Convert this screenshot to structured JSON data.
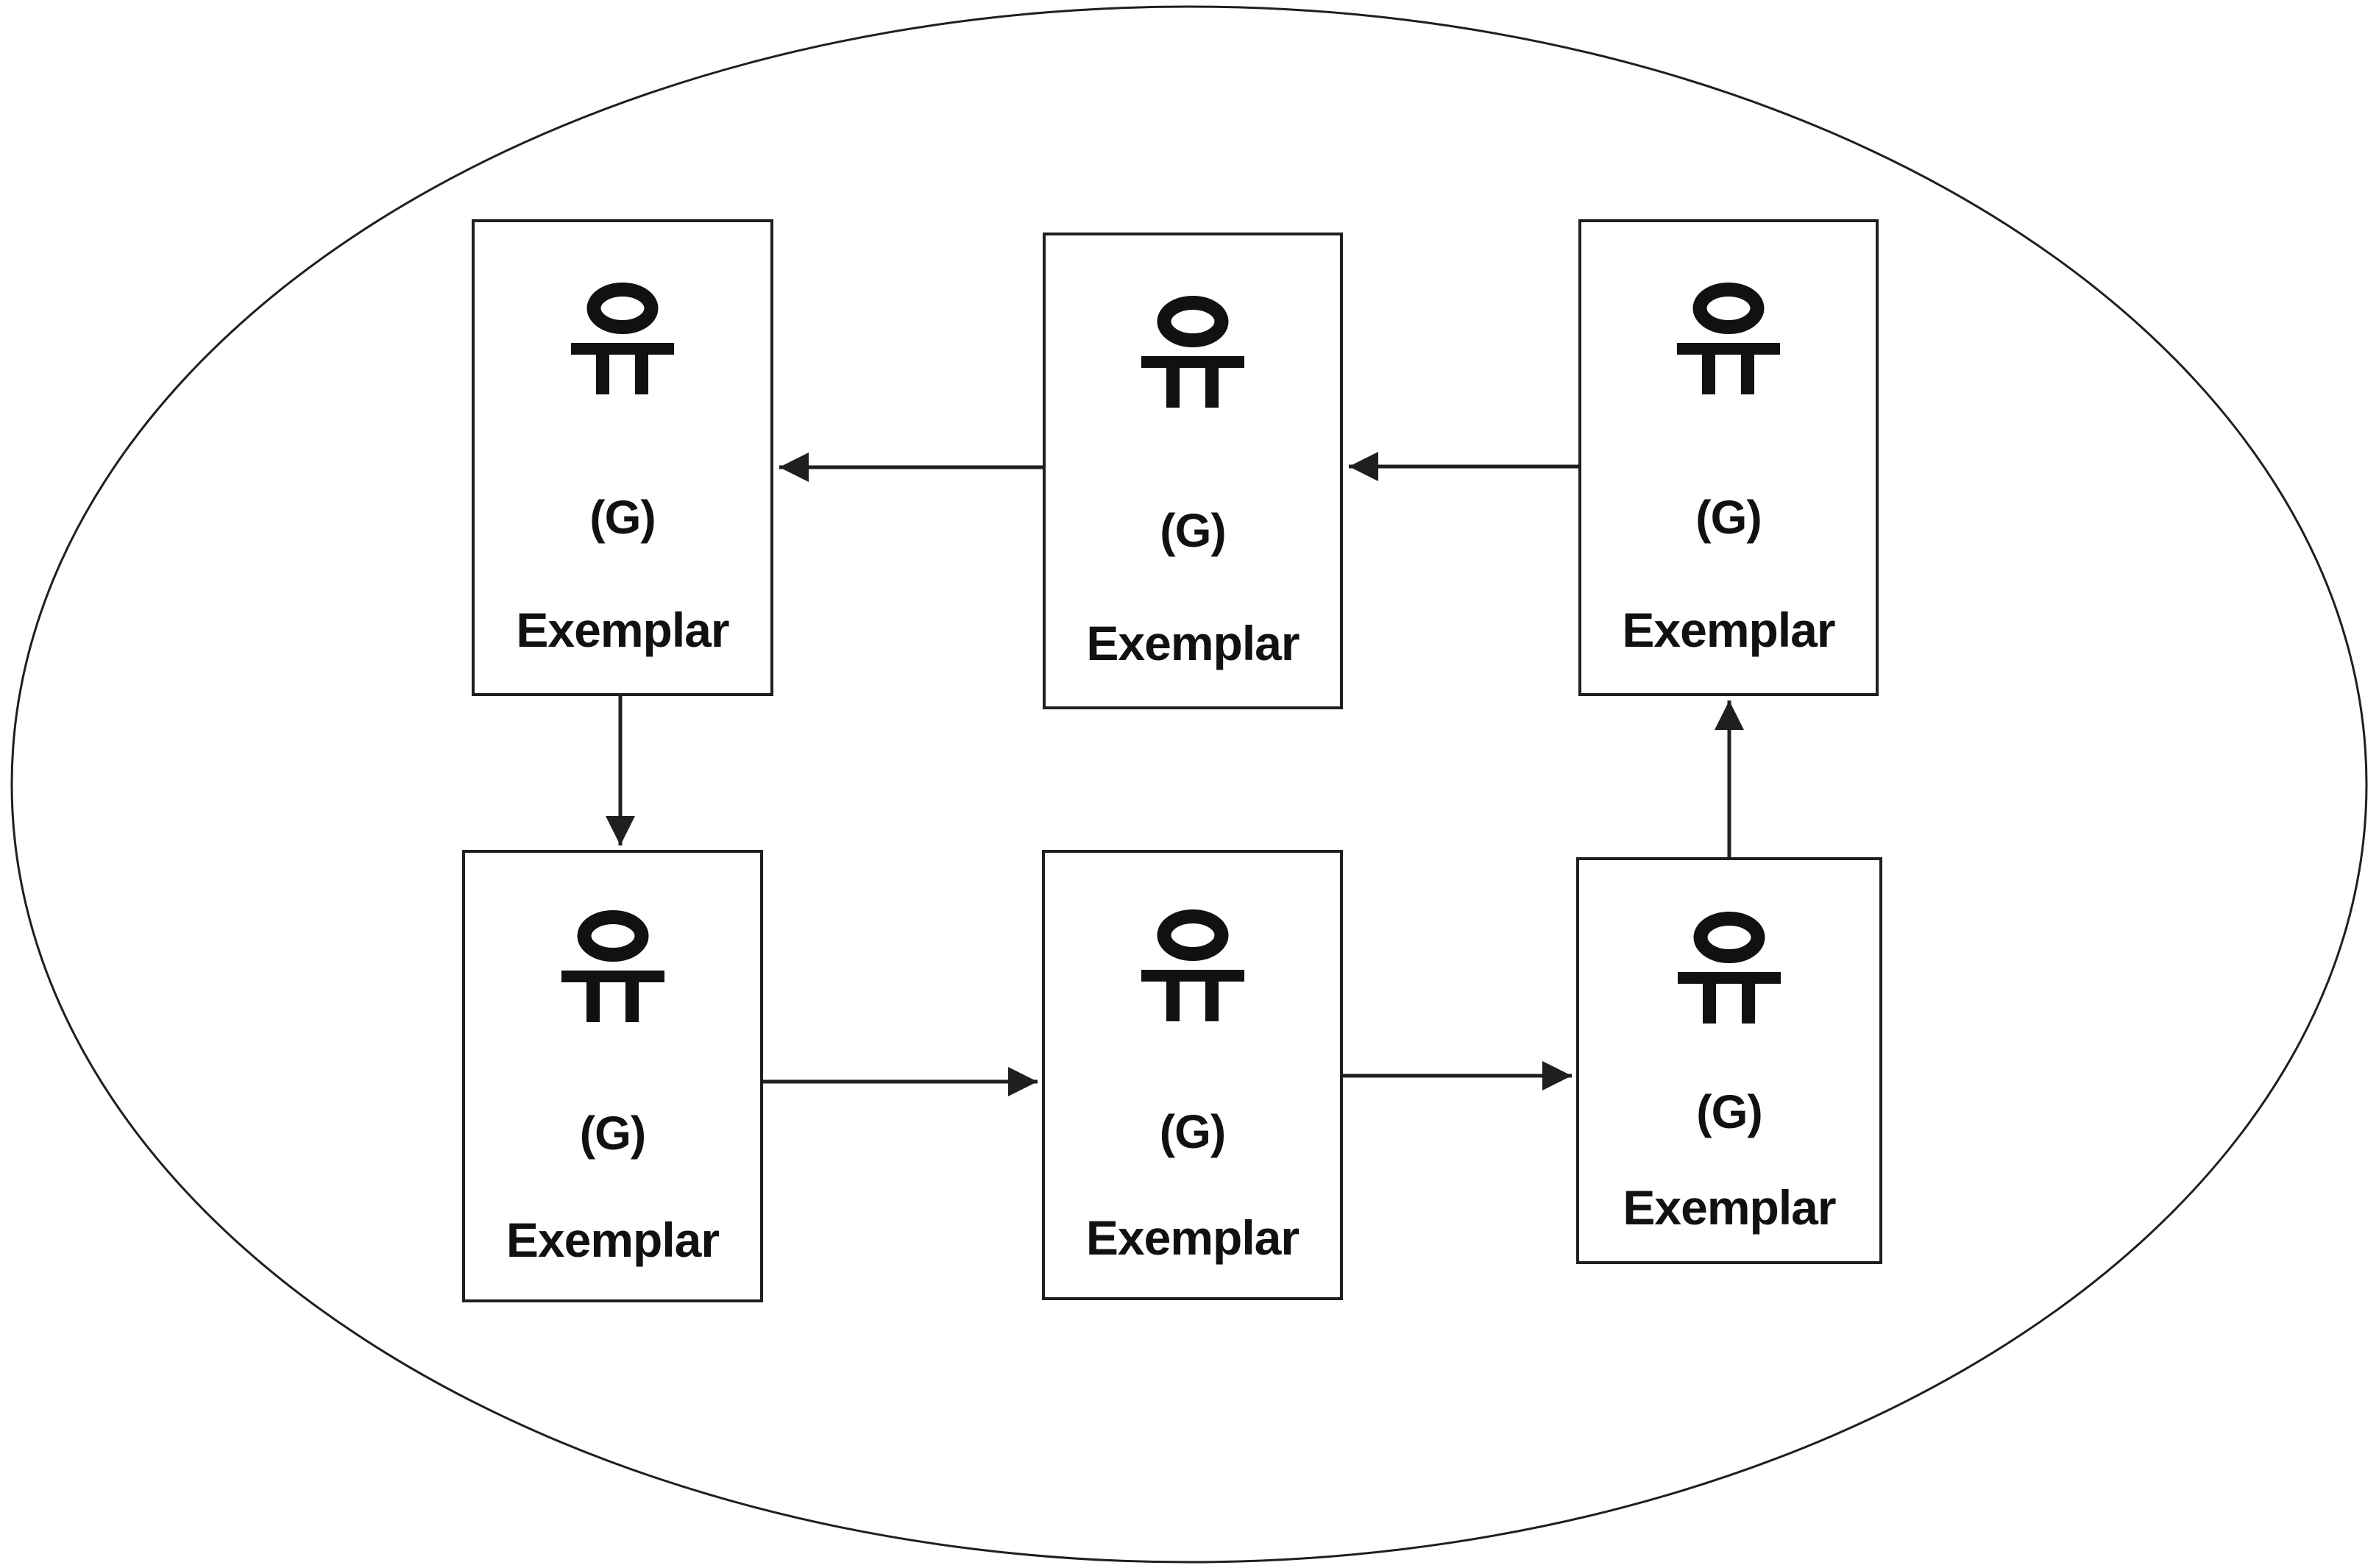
{
  "diagram": {
    "type": "cycle-flow-diagram",
    "colors": {
      "background": "#ffffff",
      "stroke": "#1f1f1f",
      "text": "#111111"
    },
    "boundary": {
      "shape": "ellipse",
      "icon": "ellipse-boundary"
    },
    "nodes": [
      {
        "id": "top-left",
        "icon": "person-icon",
        "label_top": "(G)",
        "label_bottom": "Exemplar"
      },
      {
        "id": "top-middle",
        "icon": "person-icon",
        "label_top": "(G)",
        "label_bottom": "Exemplar"
      },
      {
        "id": "top-right",
        "icon": "person-icon",
        "label_top": "(G)",
        "label_bottom": "Exemplar"
      },
      {
        "id": "bottom-left",
        "icon": "person-icon",
        "label_top": "(G)",
        "label_bottom": "Exemplar"
      },
      {
        "id": "bottom-middle",
        "icon": "person-icon",
        "label_top": "(G)",
        "label_bottom": "Exemplar"
      },
      {
        "id": "bottom-right",
        "icon": "person-icon",
        "label_top": "(G)",
        "label_bottom": "Exemplar"
      }
    ],
    "edges": [
      {
        "from": "top-right",
        "to": "top-middle",
        "direction": "left"
      },
      {
        "from": "top-middle",
        "to": "top-left",
        "direction": "left"
      },
      {
        "from": "top-left",
        "to": "bottom-left",
        "direction": "down"
      },
      {
        "from": "bottom-left",
        "to": "bottom-middle",
        "direction": "right"
      },
      {
        "from": "bottom-middle",
        "to": "bottom-right",
        "direction": "right"
      },
      {
        "from": "bottom-right",
        "to": "top-right",
        "direction": "up"
      }
    ]
  }
}
